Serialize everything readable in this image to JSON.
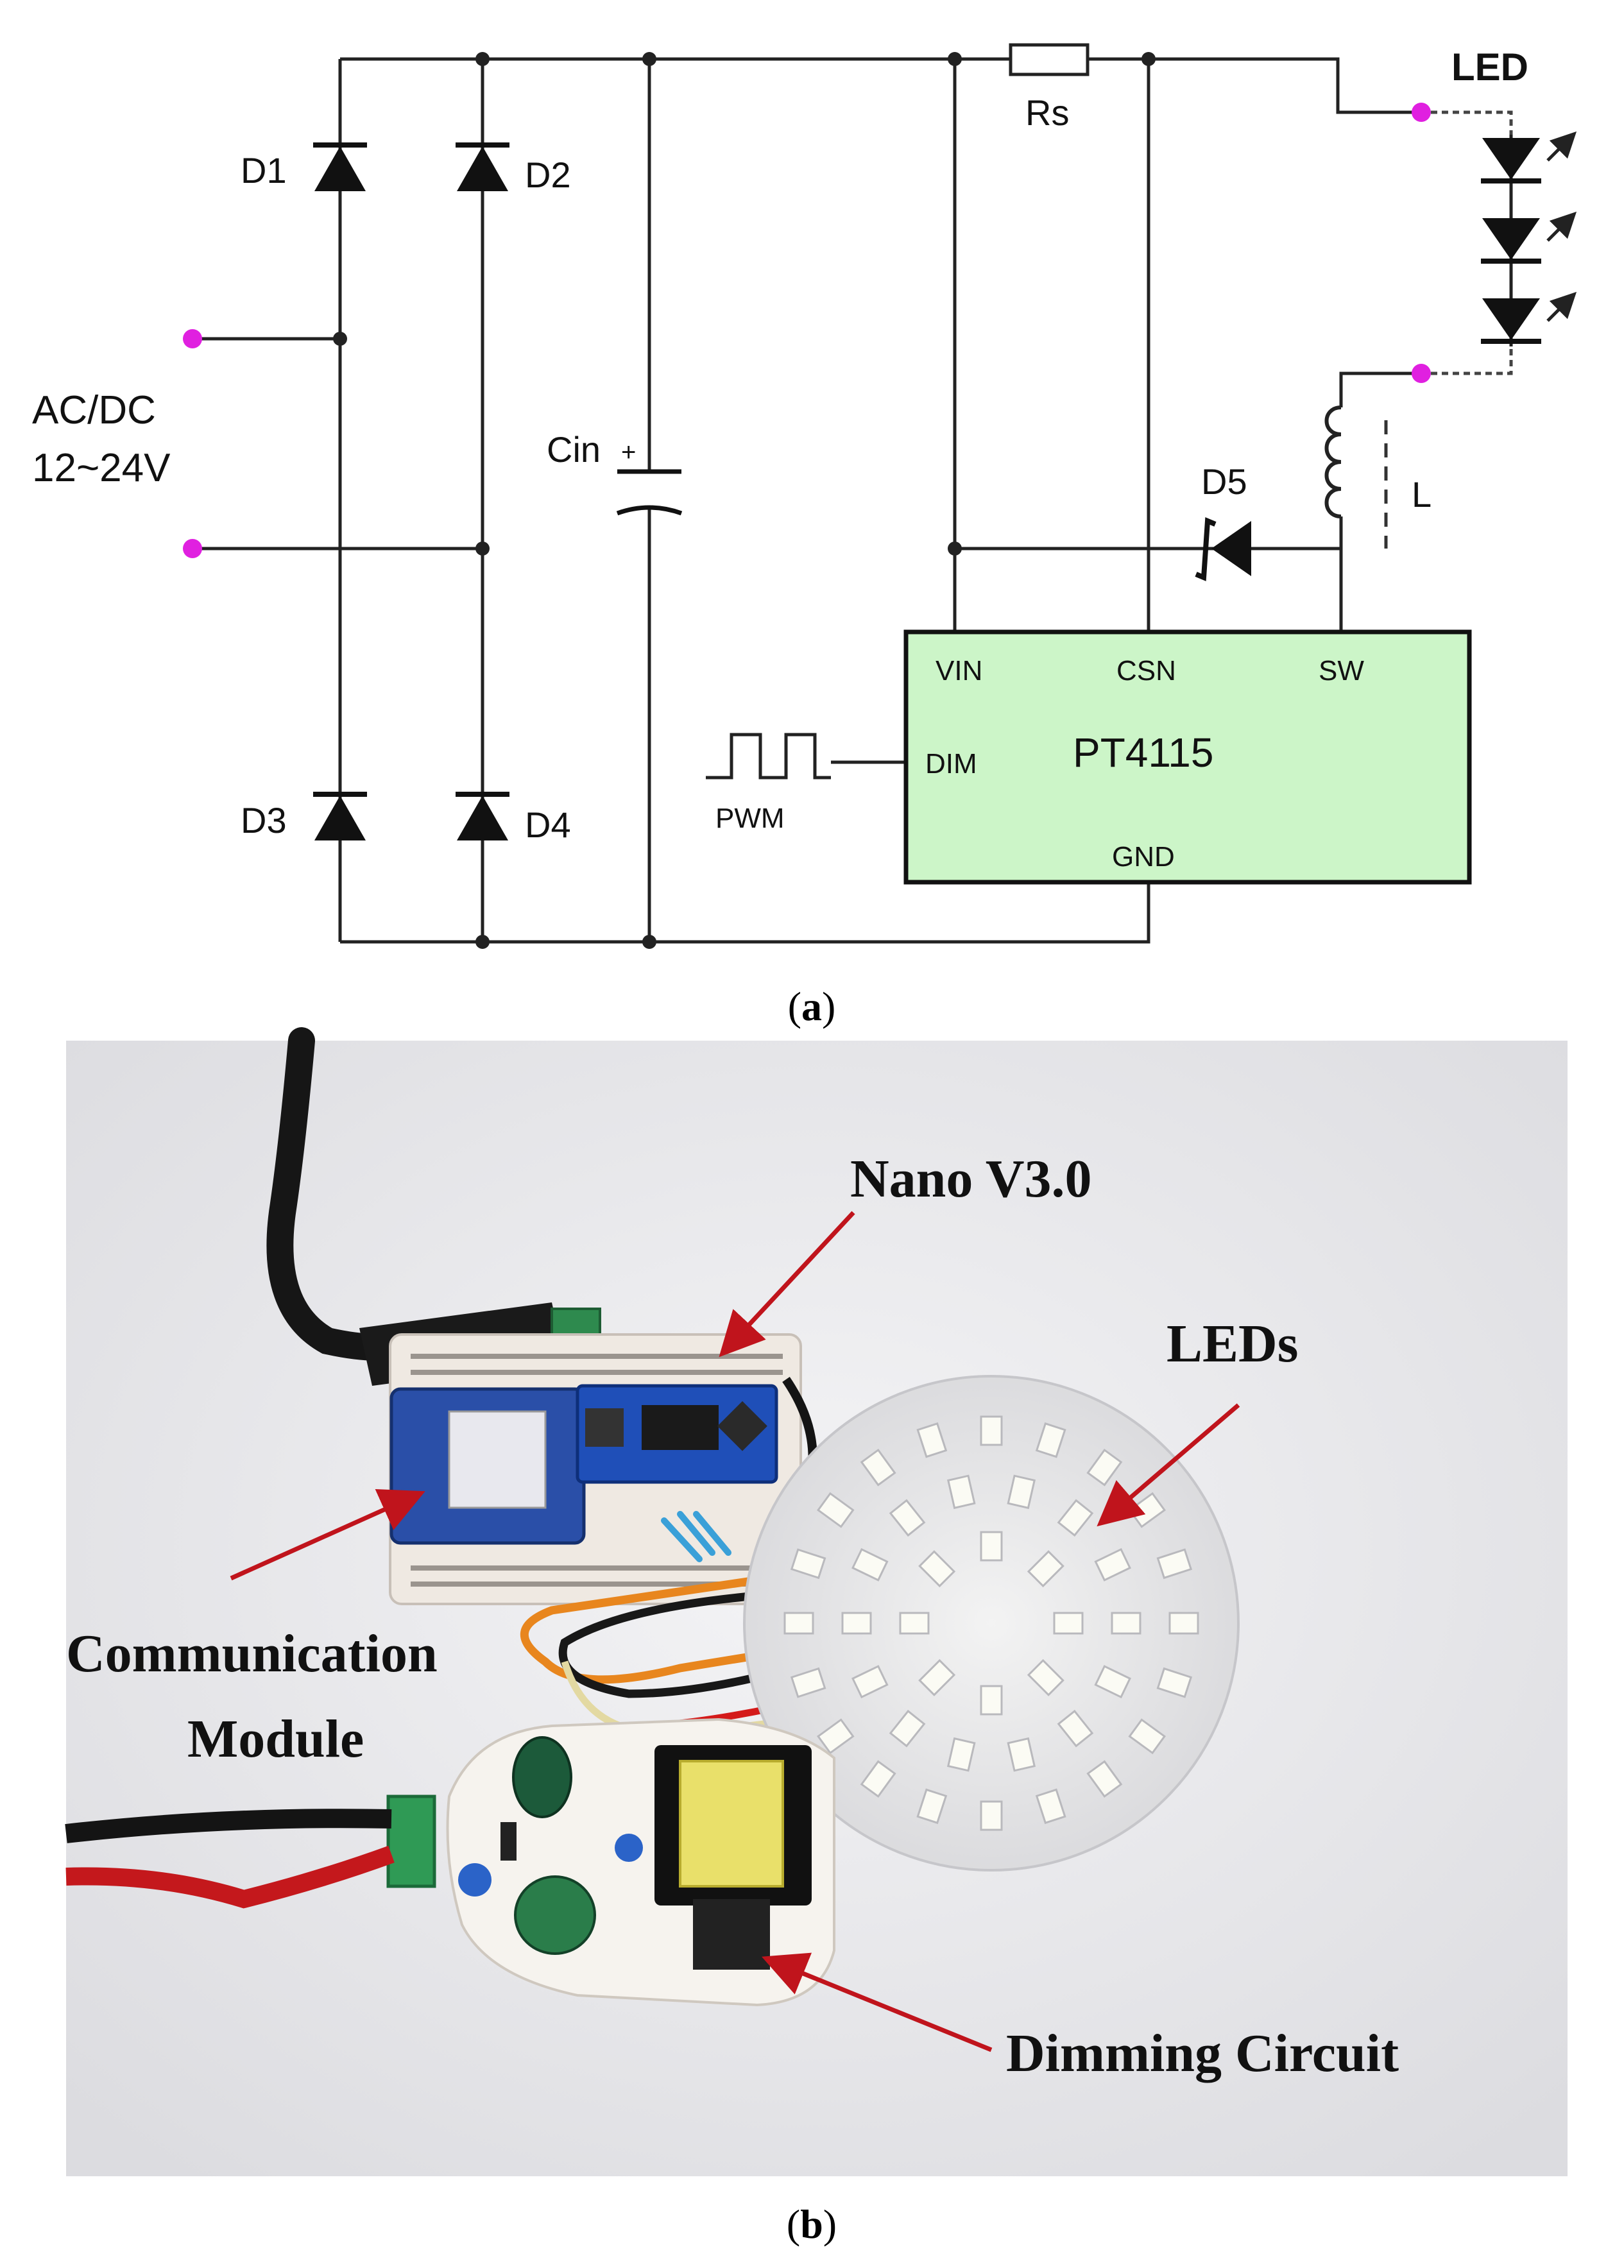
{
  "schematic": {
    "input_label_line1": "AC/DC",
    "input_label_line2": "12~24V",
    "diodes": [
      "D1",
      "D2",
      "D3",
      "D4",
      "D5"
    ],
    "capacitor": "Cin",
    "capacitor_polarity": "+",
    "resistor": "Rs",
    "inductor": "L",
    "led_label": "LED",
    "pwm_label": "PWM",
    "ic": {
      "name": "PT4115",
      "pins": {
        "vin": "VIN",
        "csn": "CSN",
        "sw": "SW",
        "dim": "DIM",
        "gnd": "GND"
      }
    },
    "colors": {
      "ic_fill": "#ccf5c8",
      "terminal": "#e020e0",
      "wire": "#222222"
    }
  },
  "captions": {
    "a": [
      "(",
      "a",
      ")"
    ],
    "b": [
      "(",
      "b",
      ")"
    ]
  },
  "photo": {
    "labels": {
      "nano": "Nano V3.0",
      "leds": "LEDs",
      "comm_line1": "Communication",
      "comm_line2": "Module",
      "dimming": "Dimming Circuit"
    },
    "colors": {
      "arrow": "#c0141c",
      "background": "#e9e9eb"
    }
  }
}
